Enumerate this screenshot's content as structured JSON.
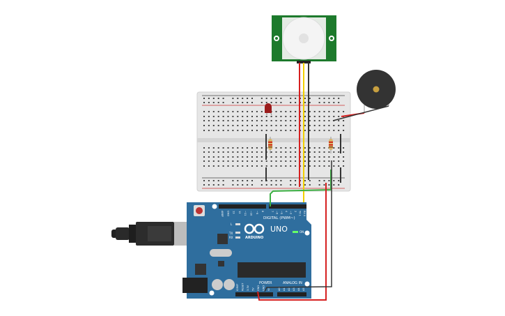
{
  "colors": {
    "arduino_blue": "#2f6e9e",
    "pir_green": "#1d7a2c",
    "breadboard": "#e6e6e6",
    "wire_red": "#d62020",
    "wire_yellow": "#f2d000",
    "wire_black": "#333333",
    "wire_green": "#3cb043",
    "led_red": "#9b1c1c",
    "buzzer": "#333333"
  },
  "arduino": {
    "model": "UNO",
    "brand": "ARDUINO",
    "digital_label": "DIGITAL (PWM~)",
    "power_label": "POWER",
    "analog_label": "ANALOG IN",
    "on_label": "ON",
    "l_label": "L",
    "tx_label": "TX",
    "rx_label": "RX",
    "digital_pins": [
      "AREF",
      "GND",
      "13",
      "12",
      "~11",
      "~10",
      "~9",
      "8",
      "7",
      "~6",
      "~5",
      "4",
      "~3",
      "2",
      "TX 1",
      "RX 0"
    ],
    "power_pins": [
      "IOREF",
      "RESET",
      "3.3V",
      "5V",
      "GND",
      "GND",
      "Vin"
    ],
    "analog_pins": [
      "A0",
      "A1",
      "A2",
      "A3",
      "A4",
      "A5"
    ]
  },
  "components": [
    "breadboard",
    "pir-sensor",
    "piezo-buzzer",
    "led",
    "resistor",
    "resistor",
    "arduino-uno",
    "usb-cable"
  ]
}
